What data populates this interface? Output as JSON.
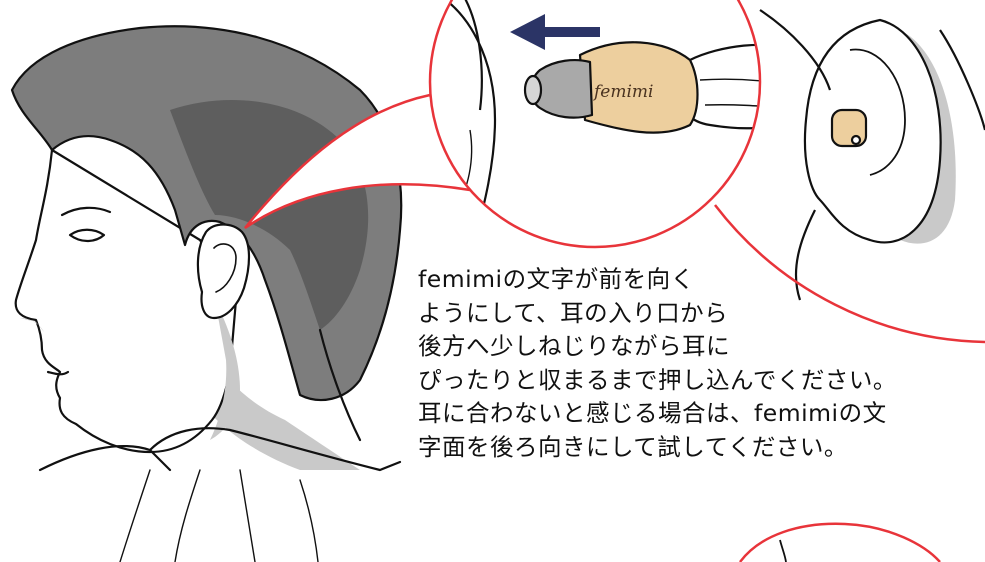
{
  "brand_label": "femimi",
  "instructions": {
    "lines": [
      "femimiの文字が前を向く",
      "ようにして、耳の入り口から",
      "後方へ少しねじりながら耳に",
      "ぴったりと収まるまで押し込んでください。",
      "耳に合わないと感じる場合は、femimiの文",
      "字面を後ろ向きにして試してください。"
    ]
  },
  "colors": {
    "callout_circle": "#e8343a",
    "hair": "#7d7d7d",
    "hair_dark": "#5e5e5e",
    "shadow": "#c9c9c9",
    "device_body": "#edcf9e",
    "device_tip": "#a9a9a9",
    "arrow": "#2b3466"
  },
  "icons": {
    "direction_arrow": "arrow-left-icon"
  }
}
